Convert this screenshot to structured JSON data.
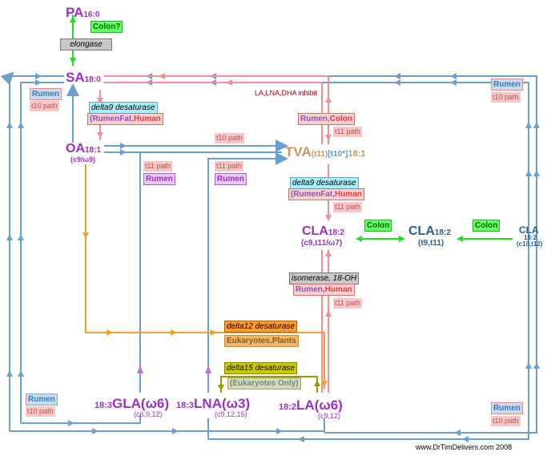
{
  "nodes": {
    "pa": {
      "name": "PA",
      "sub": "16:0"
    },
    "sa": {
      "name": "SA",
      "sub": "18:0"
    },
    "oa": {
      "name": "OA",
      "sub": "18:1",
      "note": "(c9/ω9)"
    },
    "tva": {
      "name": "TVA",
      "sub1": "(t11)",
      "sub2": "[t10*]",
      "sub3": "18:1"
    },
    "cla_left": {
      "name": "CLA",
      "sub": "18:2",
      "note": "(c9,t11/ω7)"
    },
    "cla_mid": {
      "name": "CLA",
      "sub": "18:2",
      "note": "(t9,t11)"
    },
    "cla_right": {
      "name": "CLA",
      "sub": "18:2",
      "note": "(c10,t12)"
    },
    "gla": {
      "prefix": "18:3",
      "name": "GLA(ω6)",
      "note": "(c6,9,12)"
    },
    "lna": {
      "prefix": "18:3",
      "name": "LNA(ω3)",
      "note": "(c9,12,15)"
    },
    "la": {
      "prefix": "18:2",
      "name": "LA(ω6)",
      "note": "(c9,12)"
    }
  },
  "labels": {
    "colon_q": "Colon?",
    "elongase": "elongase",
    "inhibit": "LA,LNA,DHA inhibit",
    "rumen": "Rumen",
    "t10_path": "t10 path",
    "t11_path": "t11 path",
    "colon": "Colon",
    "d9_desat": "delta9 desaturase",
    "rumenfat": "(RumenFat,",
    "human": "Human",
    "rumen_comma": "Rumen,",
    "colon_plain": "Colon",
    "isomerase": "isomerase, 18-OH",
    "d12_desat": "delta12 desaturase",
    "euk_plants": "Eukaryotes,Plants",
    "d15_desat": "delta15 desaturase",
    "euk_only": "(Eukaryotes Only)",
    "credit": "www.DrTimDelivers.com  2008"
  },
  "colors": {
    "blue_arrow": "#6a9fd0",
    "pink_arrow": "#f08f96",
    "orange_arrow": "#f0a030",
    "violet_arrow": "#c070e0",
    "green_arrow": "#22dd22",
    "olive_arrow": "#999900"
  }
}
